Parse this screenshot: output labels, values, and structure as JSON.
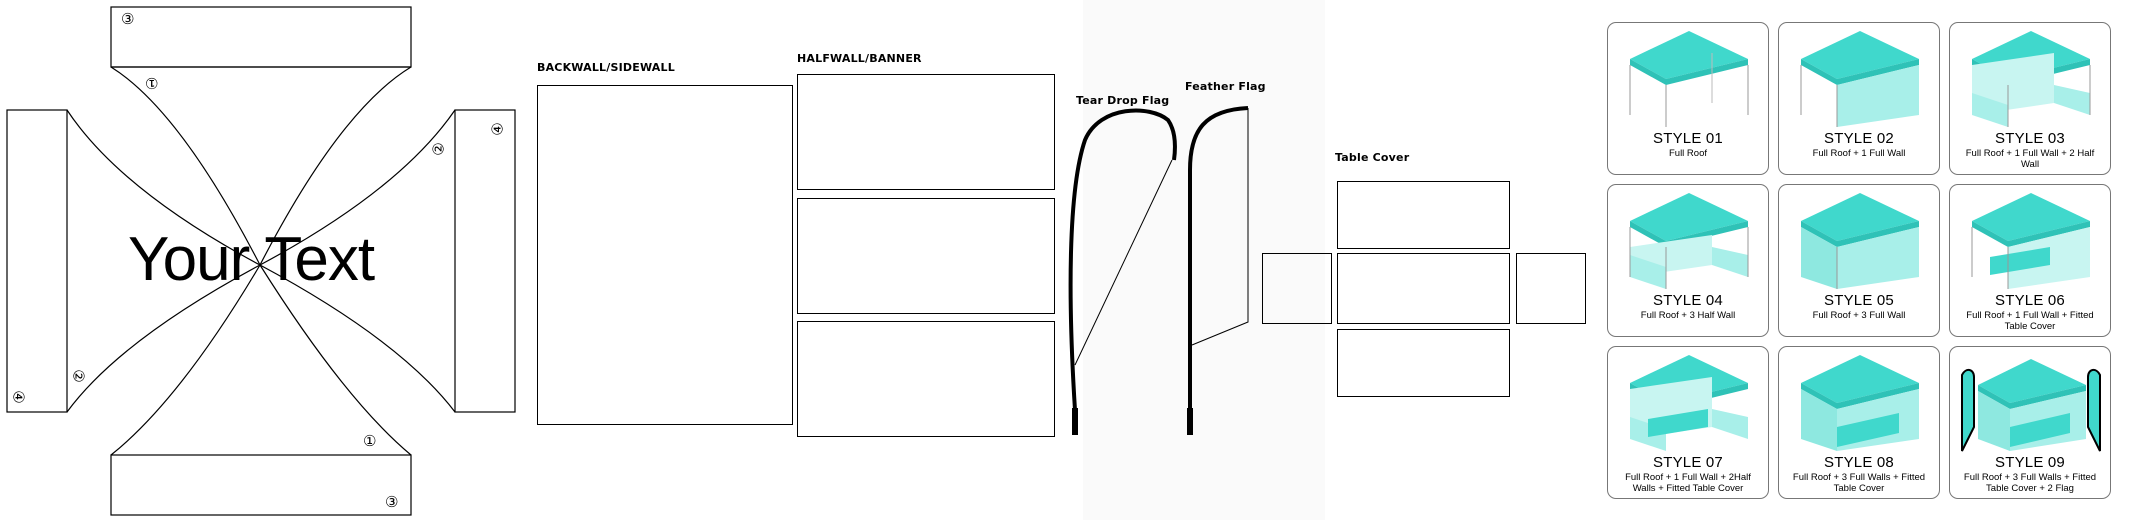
{
  "canopy_template": {
    "center_text": "Your Text",
    "panel_numbers": [
      "③",
      "①",
      "②",
      "④",
      "②",
      "④",
      "①",
      "③"
    ]
  },
  "walls": {
    "backwall_label": "BACKWALL/SIDEWALL",
    "halfwall_label": "HALFWALL/BANNER"
  },
  "flags": {
    "teardrop_label": "Tear Drop Flag",
    "feather_label": "Feather Flag"
  },
  "table_cover": {
    "label": "Table Cover"
  },
  "styles": [
    {
      "title": "STYLE 01",
      "desc": "Full Roof",
      "icon": "tent-full-roof-icon"
    },
    {
      "title": "STYLE 02",
      "desc": "Full Roof + 1 Full Wall",
      "icon": "tent-one-wall-icon"
    },
    {
      "title": "STYLE 03",
      "desc": "Full Roof + 1 Full Wall + 2 Half  Wall",
      "icon": "tent-half-walls-icon"
    },
    {
      "title": "STYLE 04",
      "desc": "Full Roof + 3 Half Wall",
      "icon": "tent-three-half-walls-icon"
    },
    {
      "title": "STYLE 05",
      "desc": "Full Roof + 3 Full Wall",
      "icon": "tent-three-full-walls-icon"
    },
    {
      "title": "STYLE 06",
      "desc": "Full Roof + 1 Full Wall + Fitted Table Cover",
      "icon": "tent-table-cover-icon"
    },
    {
      "title": "STYLE 07",
      "desc": "Full Roof + 1 Full Wall + 2Half  Walls + Fitted Table Cover",
      "icon": "tent-half-walls-table-icon"
    },
    {
      "title": "STYLE 08",
      "desc": "Full Roof + 3 Full Walls + Fitted Table Cover",
      "icon": "tent-full-walls-table-icon"
    },
    {
      "title": "STYLE 09",
      "desc": "Full Roof + 3 Full Walls + Fitted Table Cover + 2 Flag",
      "icon": "tent-walls-table-flags-icon"
    }
  ],
  "colors": {
    "canopy": "#40d8cc",
    "canopy_light": "#a8efe9",
    "outline": "#000000"
  }
}
